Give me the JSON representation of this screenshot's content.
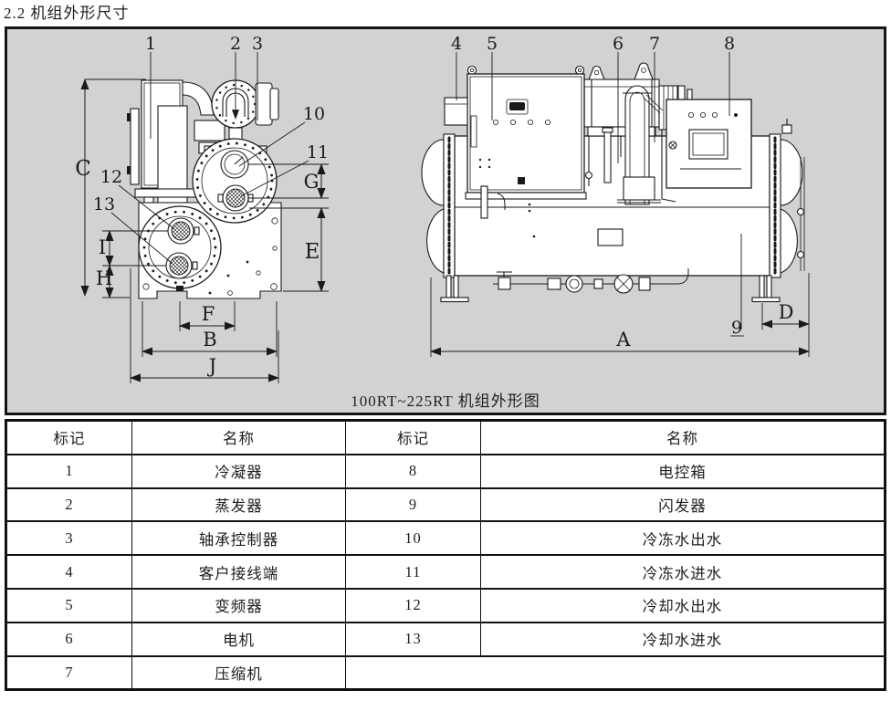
{
  "page": {
    "title": "2.2 机组外形尺寸"
  },
  "diagram": {
    "caption": "100RT~225RT 机组外形图",
    "colors": {
      "panel_background": "#d2d2d2",
      "line": "#1a1a1a",
      "page_background": "#ffffff"
    },
    "callouts": {
      "c1": "1",
      "c2": "2",
      "c3": "3",
      "c4": "4",
      "c5": "5",
      "c6": "6",
      "c7": "7",
      "c8": "8",
      "c9": "9",
      "c10": "10",
      "c11": "11",
      "c12": "12",
      "c13": "13"
    },
    "dimensions": {
      "A": "A",
      "B": "B",
      "C": "C",
      "D": "D",
      "E": "E",
      "F": "F",
      "G": "G",
      "H": "H",
      "I": "I",
      "J": "J"
    }
  },
  "table": {
    "headers": [
      "标记",
      "名称",
      "标记",
      "名称"
    ],
    "rows": [
      [
        "1",
        "冷凝器",
        "8",
        "电控箱"
      ],
      [
        "2",
        "蒸发器",
        "9",
        "闪发器"
      ],
      [
        "3",
        "轴承控制器",
        "10",
        "冷冻水出水"
      ],
      [
        "4",
        "客户接线端",
        "11",
        "冷冻水进水"
      ],
      [
        "5",
        "变频器",
        "12",
        "冷却水出水"
      ],
      [
        "6",
        "电机",
        "13",
        "冷却水进水"
      ],
      [
        "7",
        "压缩机",
        ""
      ]
    ]
  }
}
